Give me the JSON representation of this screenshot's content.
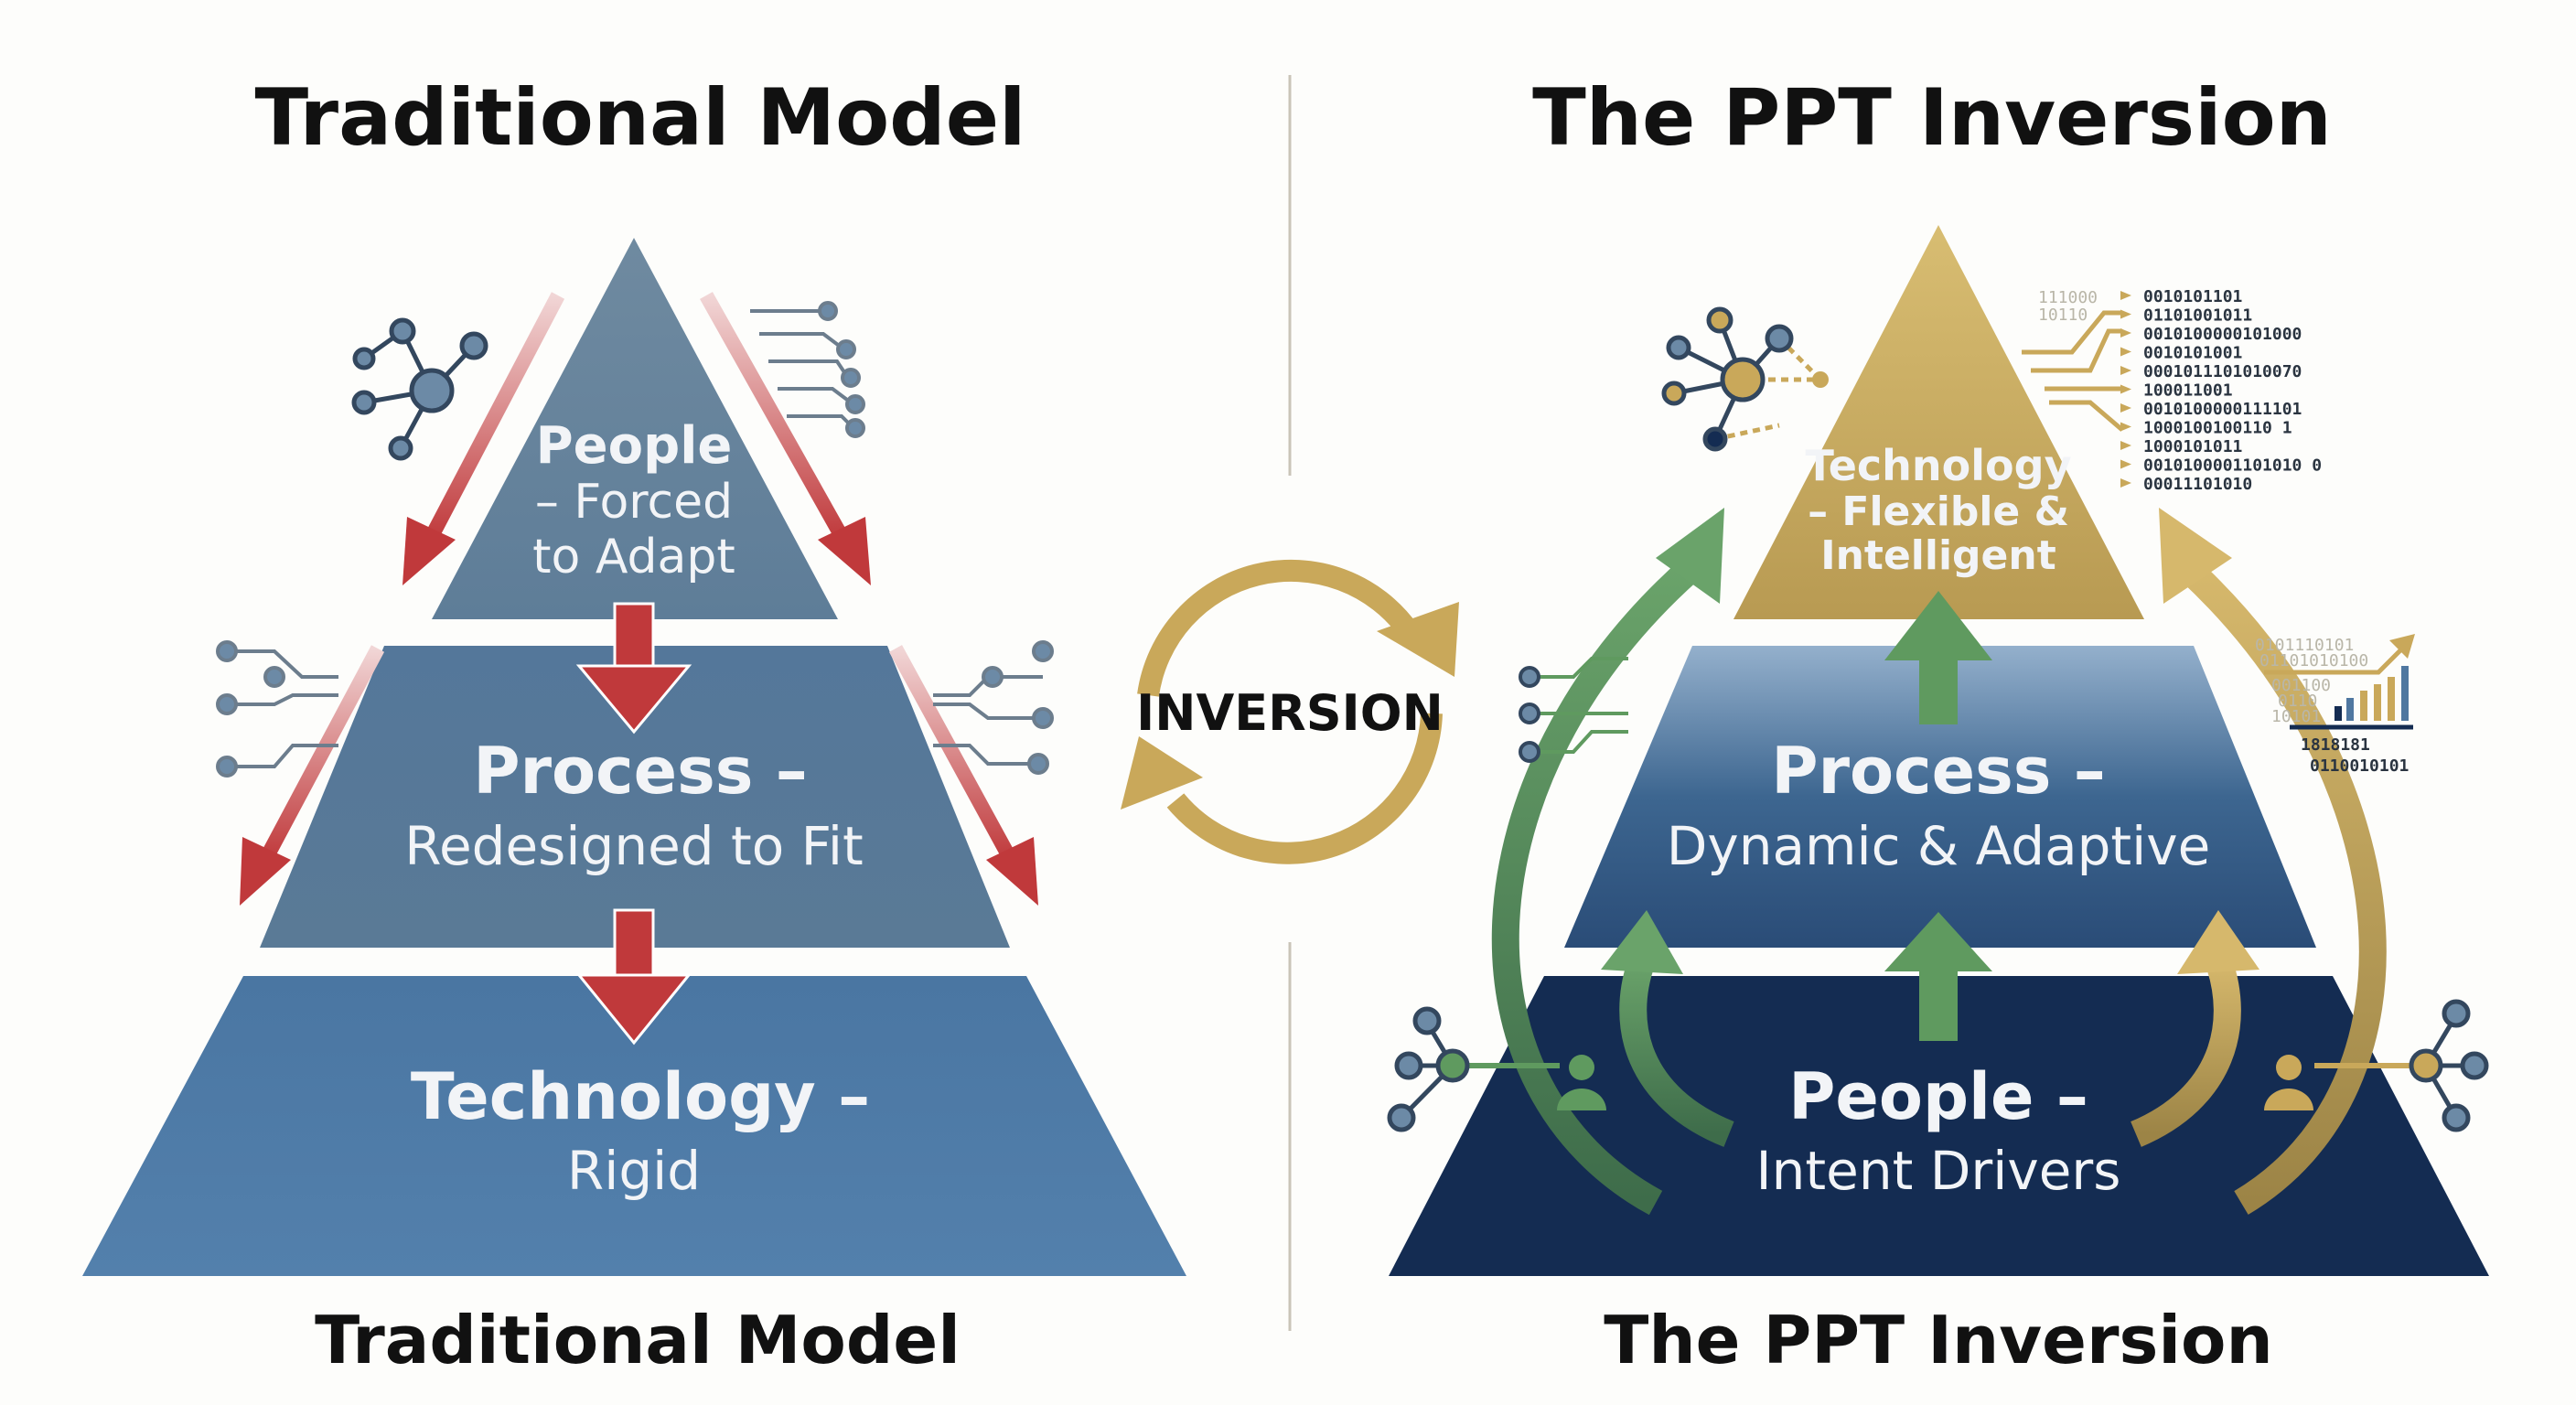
{
  "left": {
    "title": "Traditional Model",
    "caption": "Traditional Model",
    "top": [
      "People",
      "– Forced",
      "to Adapt"
    ],
    "middle": [
      "Process –",
      "Redesigned to Fit"
    ],
    "bottom": [
      "Technology –",
      "Rigid"
    ]
  },
  "center": {
    "label": "INVERSION"
  },
  "right": {
    "title": "The PPT Inversion",
    "caption": "The PPT Inversion",
    "top": [
      "Technology",
      "– Flexible &",
      "Intelligent"
    ],
    "middle": [
      "Process –",
      "Dynamic & Adaptive"
    ],
    "bottom": [
      "People –",
      "Intent Drivers"
    ],
    "binary_stream": [
      "0010101101",
      "01101001011",
      "0010100000101000",
      "0010101001",
      "0001011101010070",
      "100011001",
      "0010100000111101",
      "1000100100110 1",
      "1000101011",
      "0010100001101010 0",
      "00011101010"
    ],
    "binary_faded": [
      "111000",
      "10110"
    ],
    "chart_binary": [
      "0101110101",
      "01101010100",
      "001100",
      "0110",
      "10101",
      "1818181",
      "0110010101"
    ]
  },
  "colors": {
    "red_arrow": "#c0393b",
    "gold": "#c9a85a",
    "green": "#5f9a5f",
    "navy": "#142c52",
    "steel_blue": "#4f77a0"
  }
}
